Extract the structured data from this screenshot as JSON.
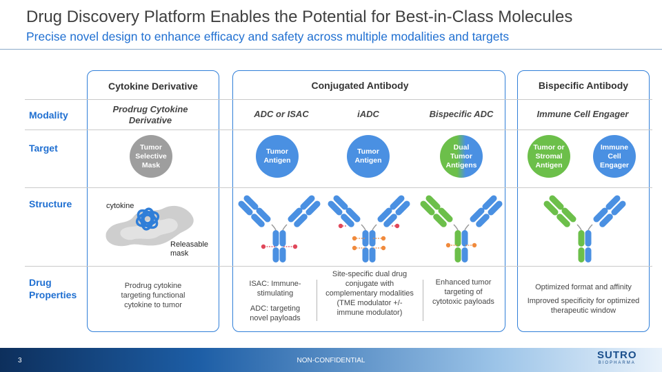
{
  "header": {
    "title": "Drug Discovery Platform Enables the Potential for Best-in-Class Molecules",
    "subtitle": "Precise novel design to enhance efficacy and safety across multiple modalities and targets"
  },
  "columns": {
    "cytokine": "Cytokine Derivative",
    "conjugated": "Conjugated Antibody",
    "bispecific": "Bispecific Antibody"
  },
  "rows": {
    "modality": "Modality",
    "target": "Target",
    "structure": "Structure",
    "drug_properties": "Drug Properties"
  },
  "modality": {
    "prodrug": "Prodrug Cytokine Derivative",
    "adc": "ADC or ISAC",
    "iadc": "iADC",
    "bispecific_adc": "Bispecific ADC",
    "engager": "Immune Cell Engager"
  },
  "targets": {
    "tumor_selective_mask": "Tumor Selective Mask",
    "tumor_antigen_1": "Tumor Antigen",
    "tumor_antigen_2": "Tumor Antigen",
    "dual_tumor_antigens": "Dual Tumor Antigens",
    "tumor_or_stromal": "Tumor or Stromal Antigen",
    "immune_cell_engager": "Immune Cell Engager"
  },
  "structure_labels": {
    "cytokine": "cytokine",
    "releasable_mask": "Releasable mask"
  },
  "properties": {
    "prodrug": "Prodrug cytokine targeting functional cytokine to tumor",
    "isac": "ISAC: Immune-stimulating",
    "adc": "ADC: targeting novel payloads",
    "iadc": "Site-specific dual drug conjugate with complementary modalities (TME modulator +/- immune modulator)",
    "bispecific_adc": "Enhanced tumor targeting of cytotoxic payloads",
    "bispecific_1": "Optimized format and affinity",
    "bispecific_2": "Improved specificity for optimized therapeutic window"
  },
  "colors": {
    "accent": "#1f6fd1",
    "antibody_blue": "#4a90e2",
    "antibody_green": "#6cbf4a",
    "mask_gray": "#9e9e9e",
    "payload_red": "#e0475a",
    "payload_orange": "#f08a3c"
  },
  "footer": {
    "page_number": "3",
    "confidentiality": "NON-CONFIDENTIAL",
    "logo_main": "SUTRO",
    "logo_sub": "BIOPHARMA"
  }
}
